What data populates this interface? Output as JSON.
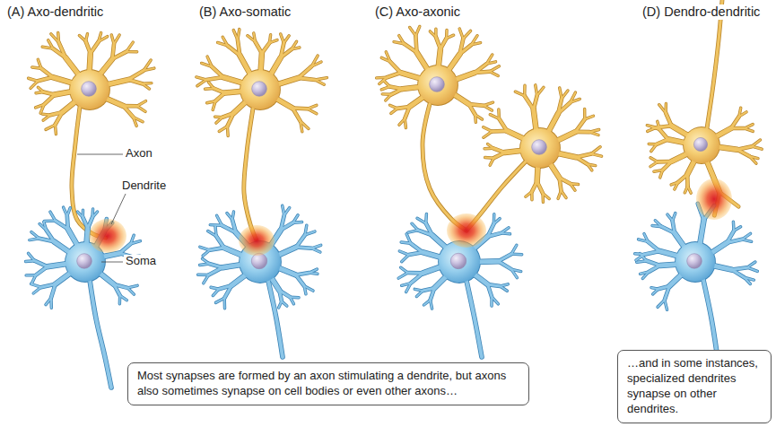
{
  "diagram": {
    "nodes": [
      {
        "text": [
          "Most synapses are formed by an axon stimulating a dendrite, but axons also sometimes synapse on cell bodies or even other axons…"
        ]
      },
      {
        "text": [
          "…and in some instances, specialized dendrites synapse on other dendrites."
        ]
      }
    ],
    "labels": [
      "(A) Axo-dendritic",
      "(B) Axo-somatic",
      "(C) Axo-axonic",
      "(D) Dendro-dendritic",
      "Axon",
      "Dendrite",
      "Soma"
    ]
  }
}
